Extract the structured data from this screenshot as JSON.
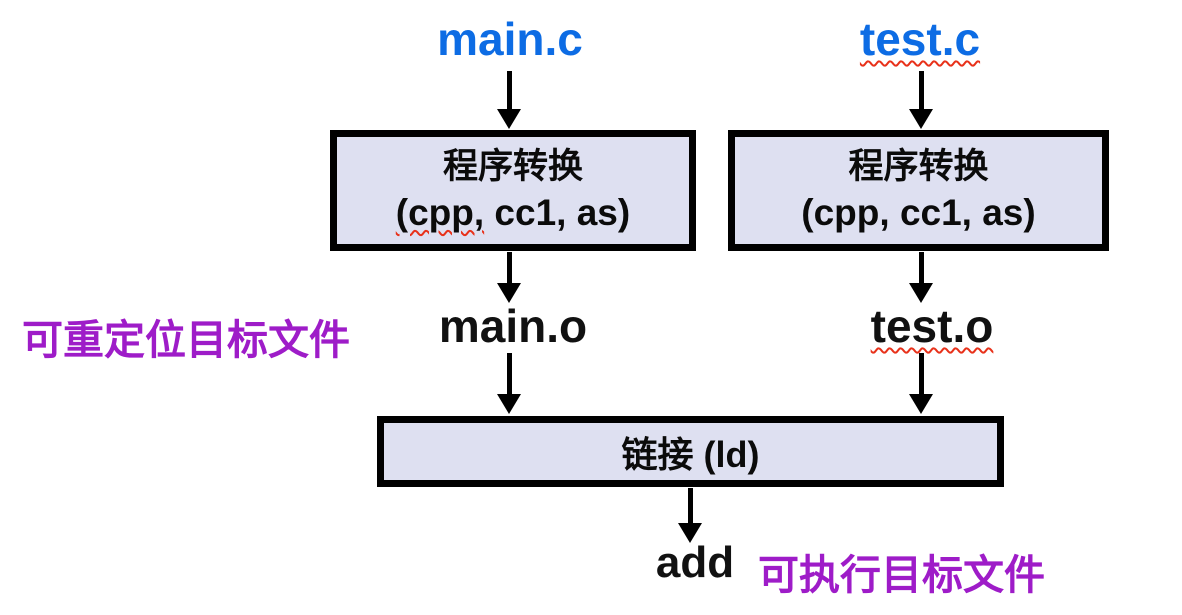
{
  "nodes": {
    "source_left": {
      "label": "main.c"
    },
    "source_right": {
      "label": "test.c"
    },
    "translate_left": {
      "title": "程序转换",
      "subtitle_marked": "(cpp,",
      "subtitle_rest": " cc1, as)"
    },
    "translate_right": {
      "title": "程序转换",
      "subtitle": "(cpp, cc1, as)"
    },
    "object_left": {
      "label": "main.o"
    },
    "object_right": {
      "label": "test.o"
    },
    "link_box": {
      "label": "链接 (ld)"
    },
    "output": {
      "label": "add"
    }
  },
  "annotations": {
    "relocatable": "可重定位目标文件",
    "executable": "可执行目标文件"
  },
  "colors": {
    "file_blue": "#0d6ce4",
    "annotation_purple": "#9e1cc8",
    "box_fill": "#dee0f1",
    "box_border": "#000000",
    "arrow_black": "#000000",
    "squiggle_red": "#e8311a"
  }
}
